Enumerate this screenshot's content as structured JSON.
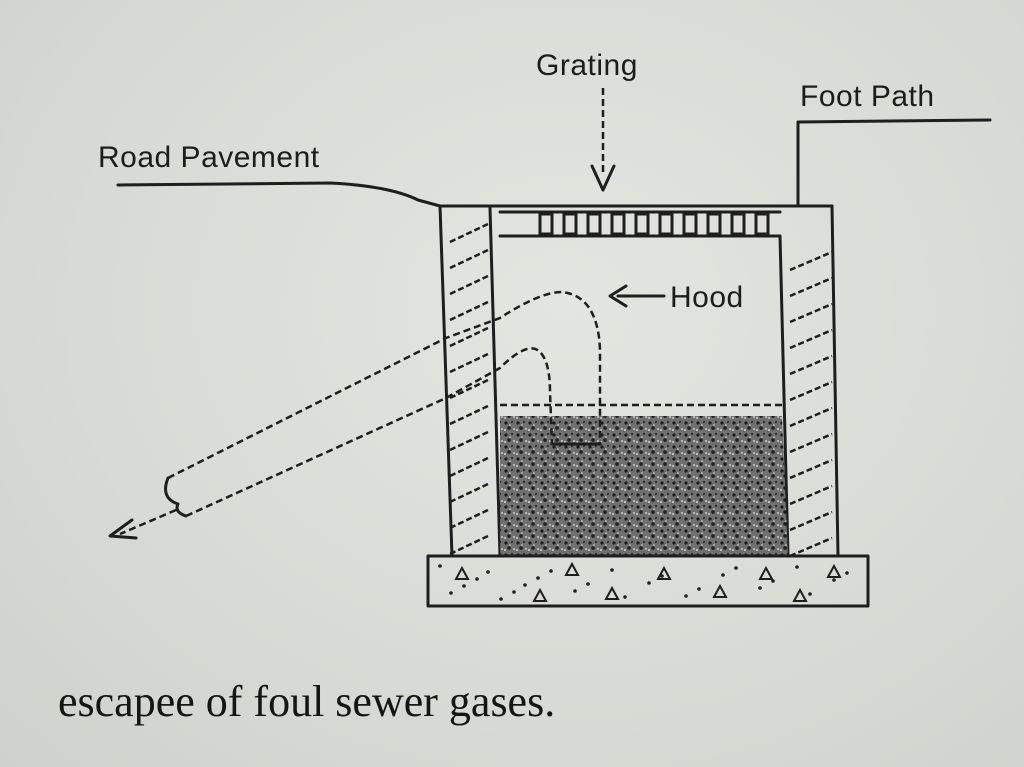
{
  "labels": {
    "grating": "Grating",
    "foot_path": "Foot Path",
    "road_pavement": "Road Pavement",
    "hood": "Hood"
  },
  "caption": "escapee of foul sewer gases."
}
